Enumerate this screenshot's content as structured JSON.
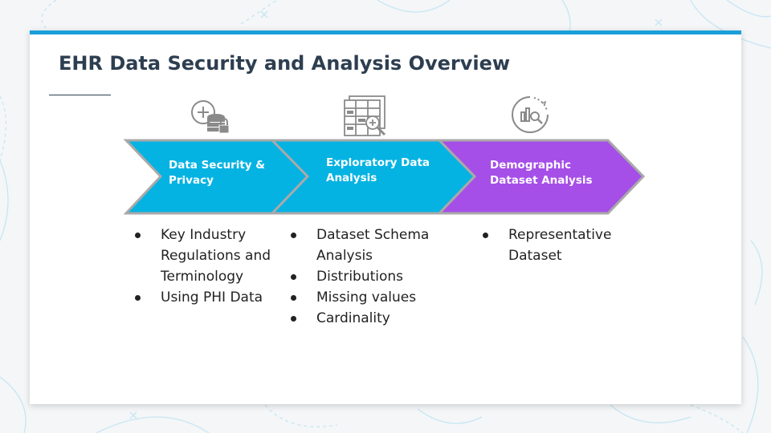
{
  "title": "EHR Data Security and Analysis Overview",
  "colors": {
    "accent_bar": "#1a9fd8",
    "step_blue": "#05b3e3",
    "step_purple": "#a54ee8",
    "step_outline": "#a9a9a9",
    "title_text": "#2d3e50"
  },
  "steps": [
    {
      "label": "Data Security & Privacy",
      "icon": "database-security-icon",
      "color": "#05b3e3",
      "bullets": [
        "Key Industry Regulations and Terminology",
        "Using PHI Data"
      ]
    },
    {
      "label": "Exploratory Data Analysis",
      "icon": "data-table-analysis-icon",
      "color": "#05b3e3",
      "bullets": [
        "Dataset Schema Analysis",
        "Distributions",
        "Missing values",
        "Cardinality"
      ]
    },
    {
      "label": "Demographic Dataset Analysis",
      "icon": "chart-magnifier-icon",
      "color": "#a54ee8",
      "bullets": [
        "Representative Dataset"
      ]
    }
  ]
}
